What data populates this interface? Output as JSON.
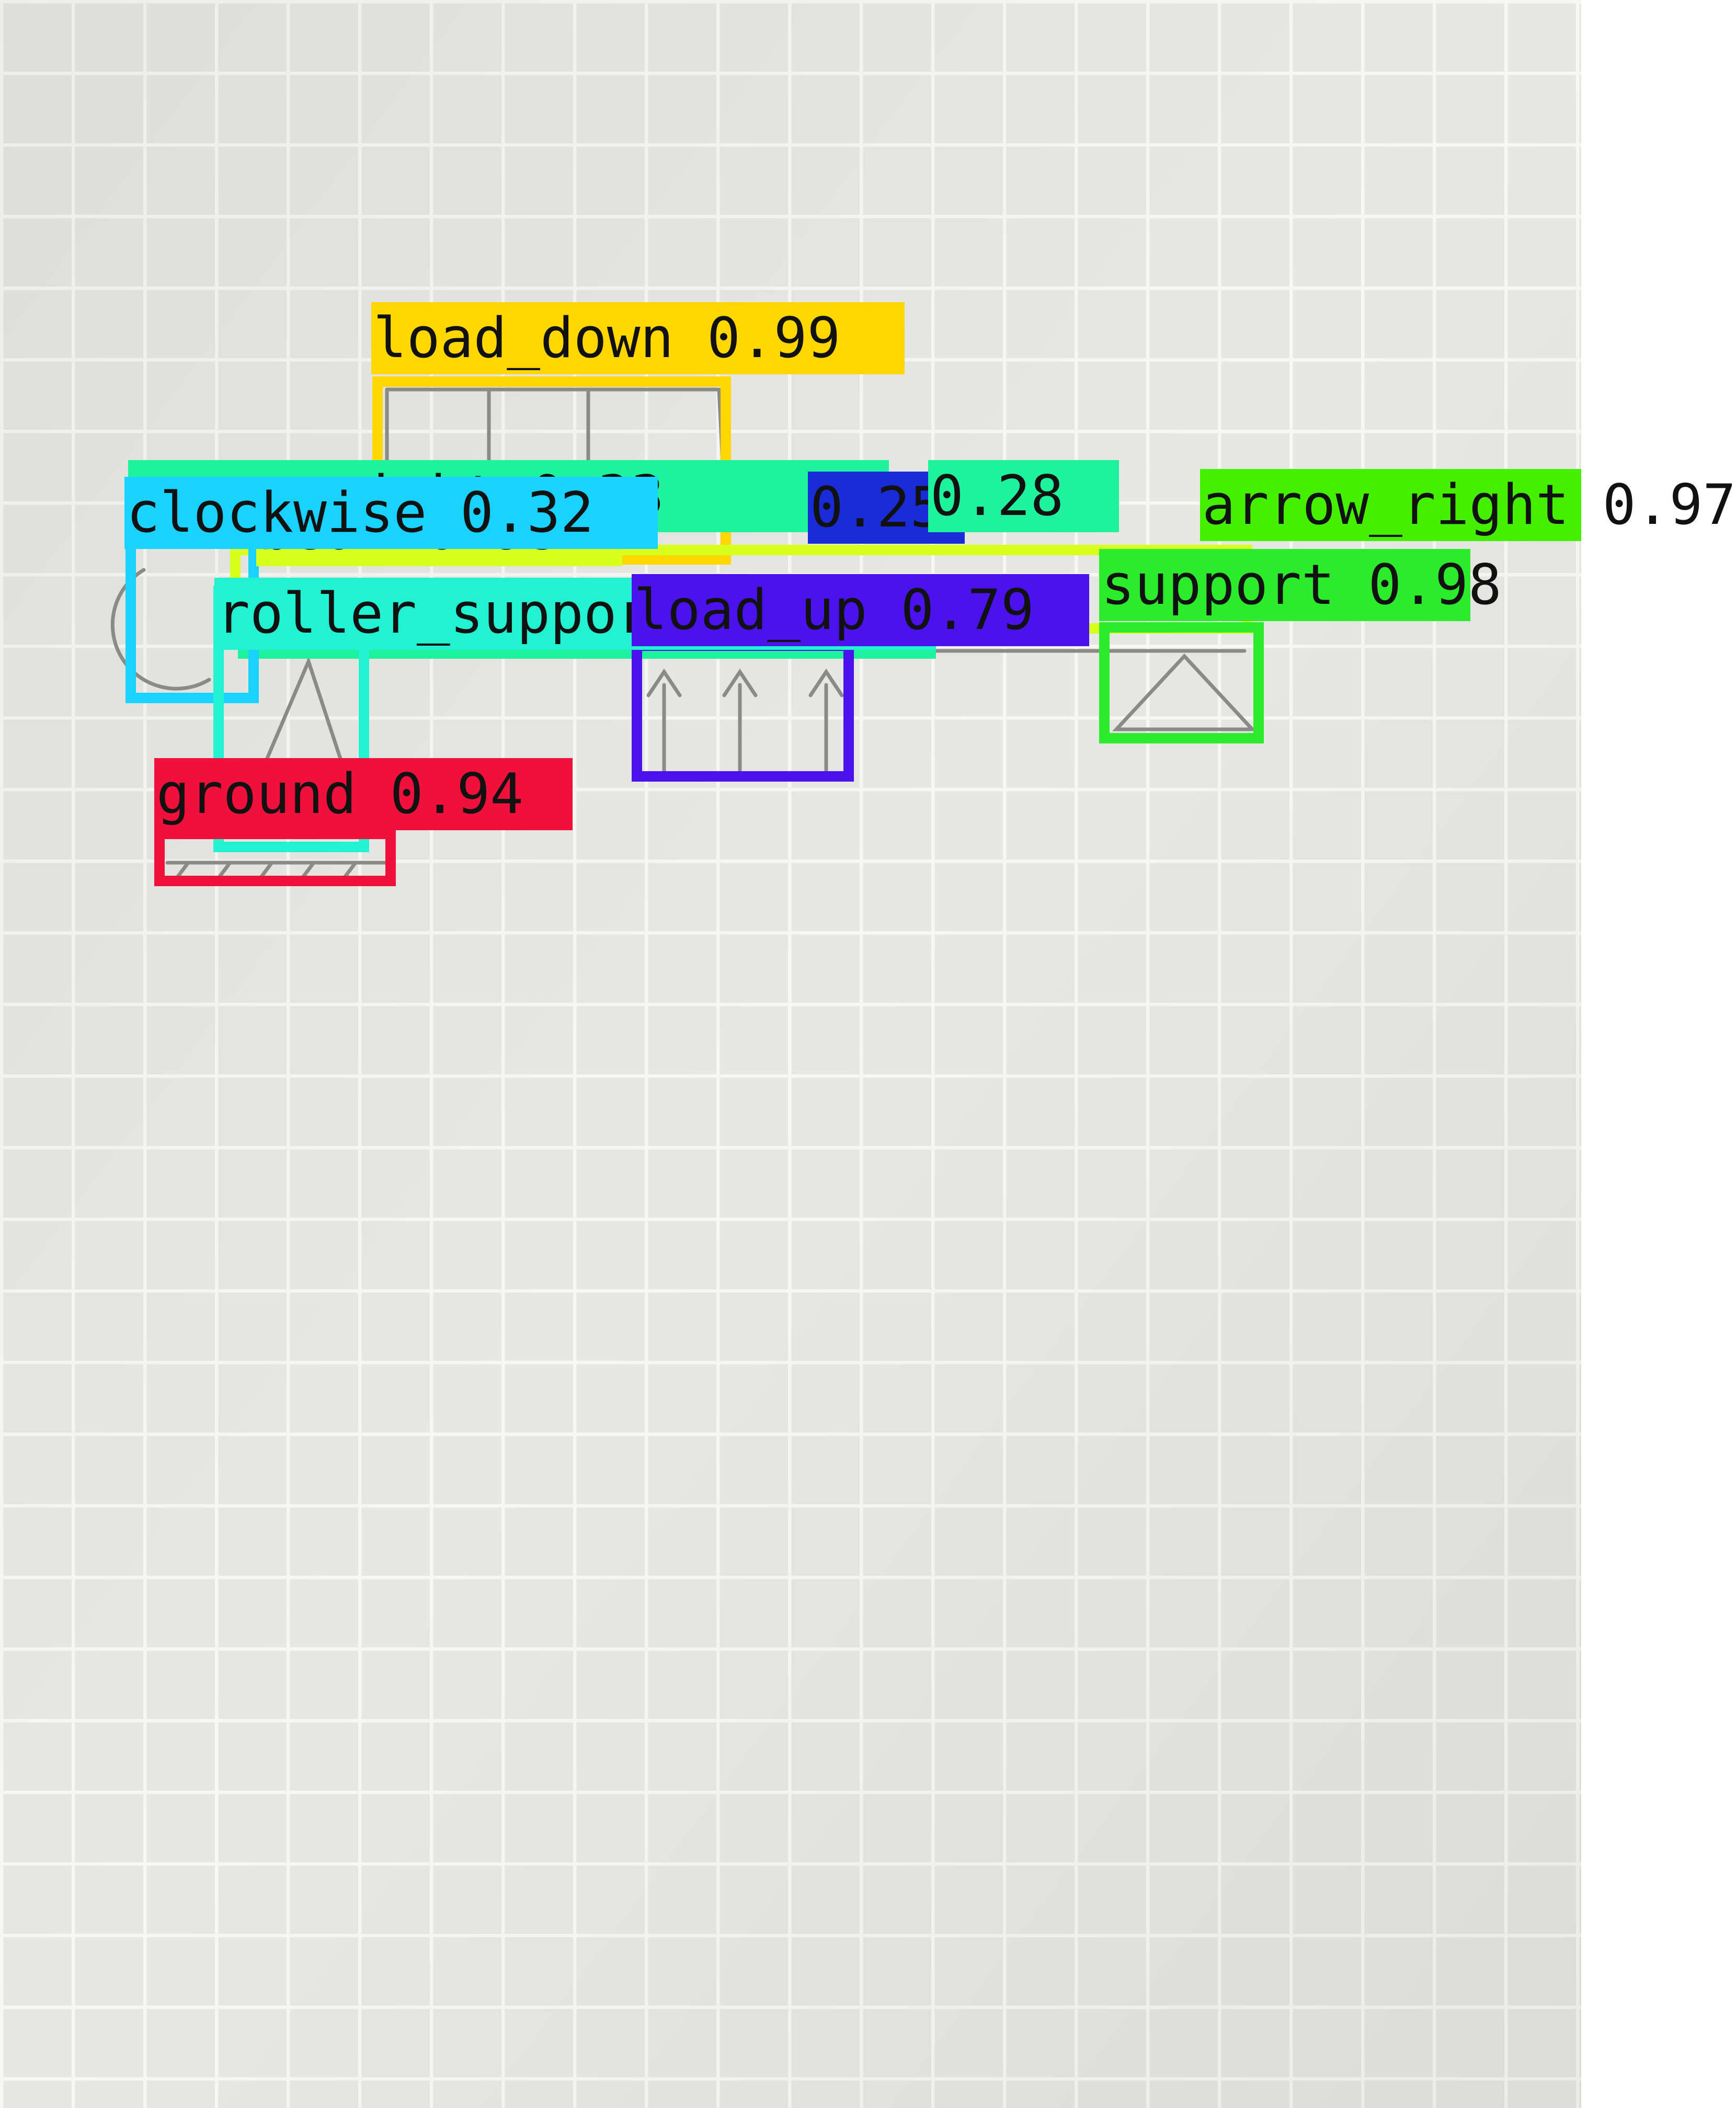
{
  "photo": {
    "paper_color": "#e6e6e3",
    "grid_color": "#f6f6f4",
    "pencil_color": "#8a8a86"
  },
  "detections": [
    {
      "label": "load_down 0.99",
      "color": "#ffd700"
    },
    {
      "label": "beam 0.98",
      "color": "#d8ff1e"
    },
    {
      "label": "arrow_right 0.33",
      "color": "#1ef29c"
    },
    {
      "label": "clockwise 0.32",
      "color": "#1ad2ff"
    },
    {
      "label": "0.25",
      "color": "#1a2bd8"
    },
    {
      "label": "0.28",
      "color": "#1ef29c"
    },
    {
      "label": "roller_support 0.96",
      "color": "#20f2d2"
    },
    {
      "label": "load_up 0.79",
      "color": "#4c12ee"
    },
    {
      "label": "support 0.98",
      "color": "#2cea2c"
    },
    {
      "label": "arrow_right 0.97",
      "color": "#44f000"
    },
    {
      "label": "ground 0.94",
      "color": "#f0103c"
    }
  ]
}
